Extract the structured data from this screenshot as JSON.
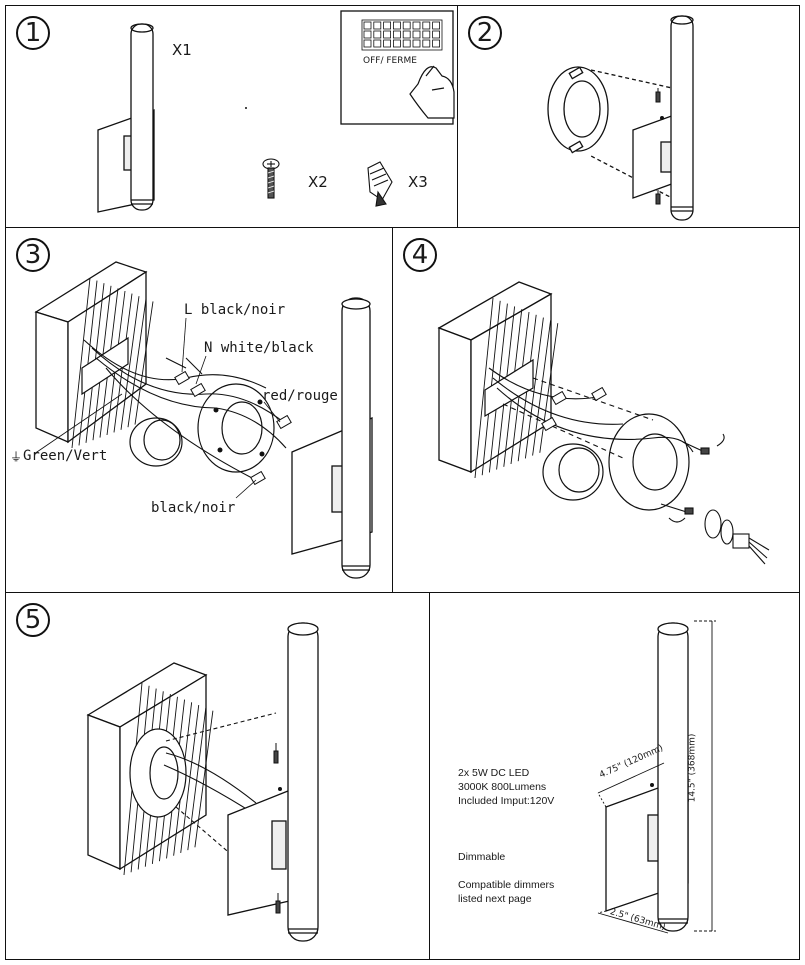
{
  "steps": {
    "s1": "1",
    "s2": "2",
    "s3": "3",
    "s4": "4",
    "s5": "5"
  },
  "step1": {
    "fixture_qty": "X1",
    "screw_qty": "X2",
    "connector_qty": "X3",
    "switch_label": "OFF/ FERME"
  },
  "step3": {
    "wire_l": "L black/noir",
    "wire_n": "N white/black",
    "wire_red": "red/rouge",
    "wire_ground": "Green/Vert",
    "ground_symbol": "⏚",
    "wire_black": "black/noir"
  },
  "specs": {
    "line1": "2x 5W DC LED",
    "line2": "3000K 800Lumens",
    "line3": "Included Imput:120V",
    "dimmable": "Dimmable",
    "compat1": "Compatible dimmers",
    "compat2": "listed next page",
    "height_dim": "14.5\" (368mm)",
    "depth_dim": "4.75\" (120mm)",
    "width_dim": "2.5\" (63mm)"
  },
  "colors": {
    "line": "#111111",
    "background": "#ffffff"
  }
}
